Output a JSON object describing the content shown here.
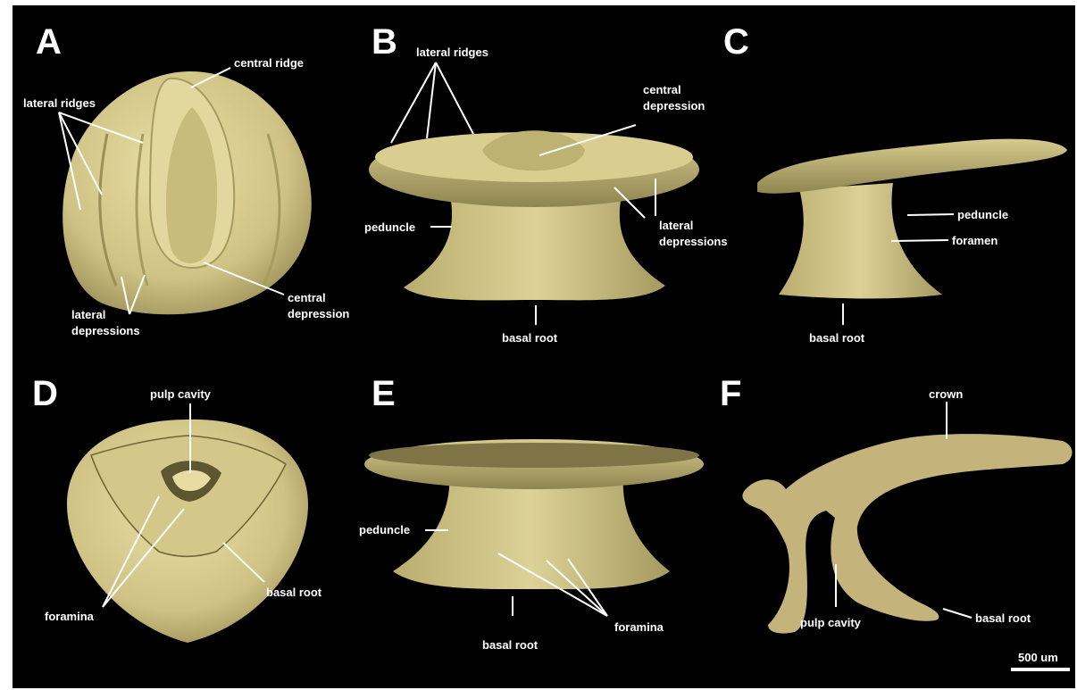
{
  "colors": {
    "background": "#000000",
    "specimen": "#d8cc8c",
    "specimen_shade": "#a39a5c",
    "section": "#c4b37a",
    "text": "#ffffff"
  },
  "panels": [
    {
      "letter": "A",
      "labels": [
        "central ridge",
        "lateral ridges",
        "lateral depressions",
        "central depression"
      ]
    },
    {
      "letter": "B",
      "labels": [
        "lateral ridges",
        "central depression",
        "peduncle",
        "lateral depressions",
        "basal root"
      ]
    },
    {
      "letter": "C",
      "labels": [
        "peduncle",
        "foramen",
        "basal root"
      ]
    },
    {
      "letter": "D",
      "labels": [
        "pulp cavity",
        "foramina",
        "basal root"
      ]
    },
    {
      "letter": "E",
      "labels": [
        "peduncle",
        "foramina",
        "basal root"
      ]
    },
    {
      "letter": "F",
      "labels": [
        "crown",
        "pulp cavity",
        "basal root"
      ]
    }
  ],
  "scale_bar": {
    "label": "500 um"
  }
}
